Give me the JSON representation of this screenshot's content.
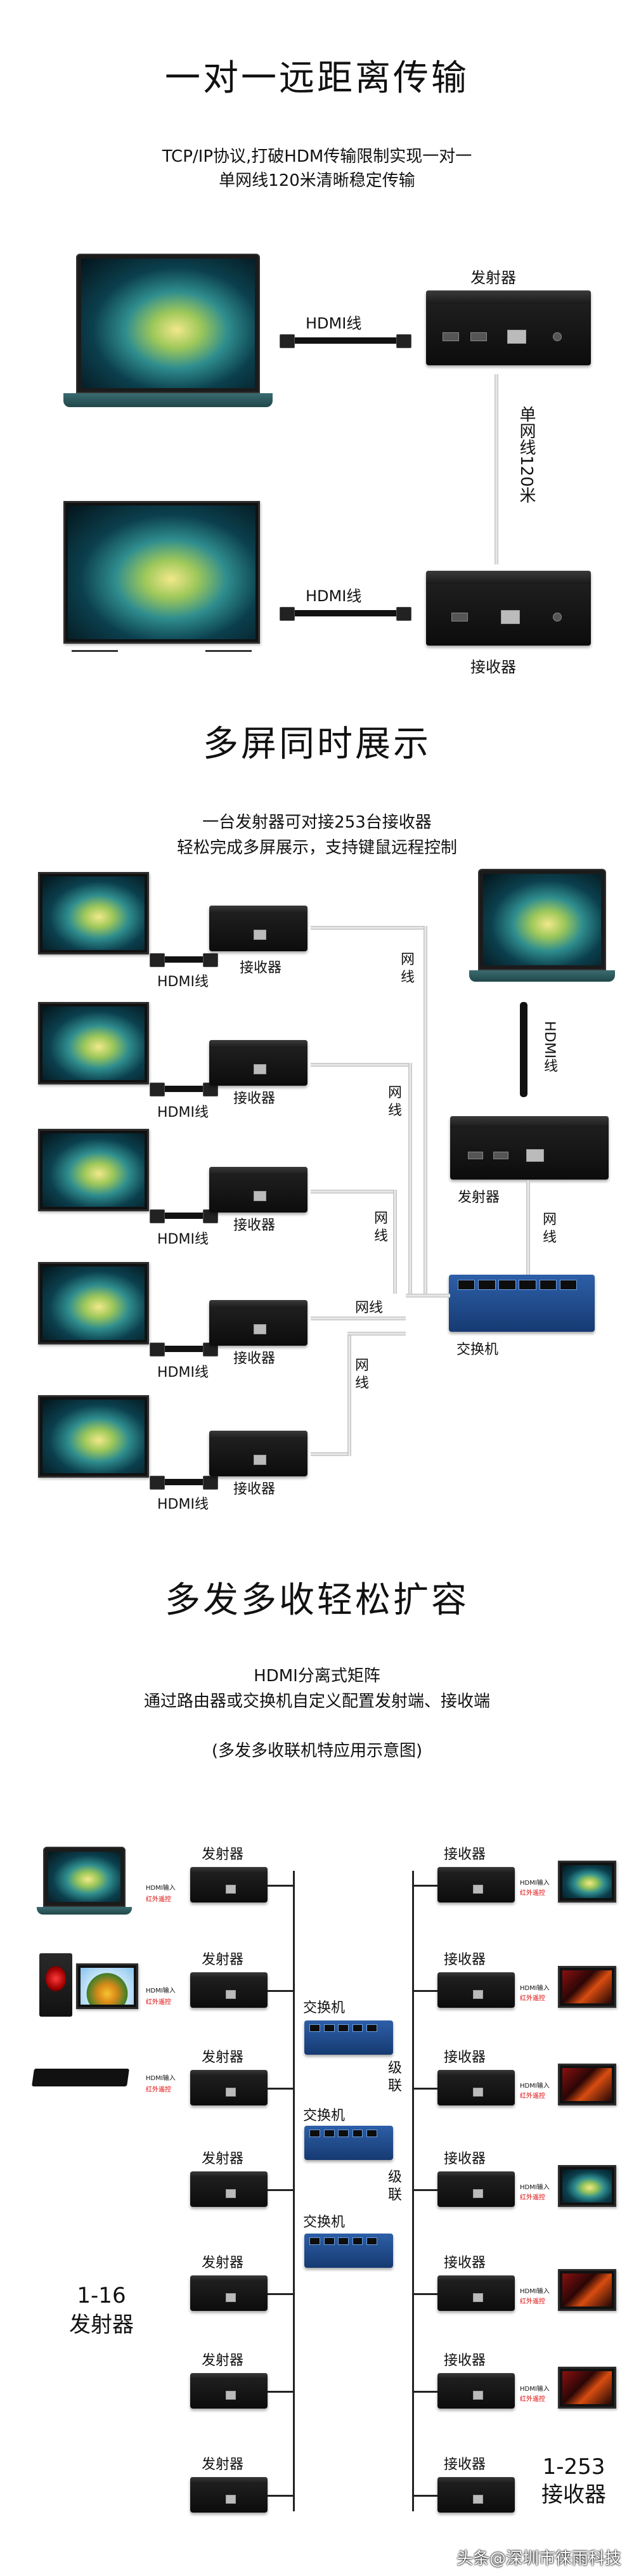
{
  "section1": {
    "title": "一对一远距离传输",
    "subtitle_line1": "TCP/IP协议,打破HDM传输限制实现一对一",
    "subtitle_line2": "单网线120米清晰稳定传输",
    "transmitter_label": "发射器",
    "receiver_label": "接收器",
    "hdmi_cable_label_1": "HDMI线",
    "hdmi_cable_label_2": "HDMI线",
    "network_cable_label": "单网线120米"
  },
  "section2": {
    "title": "多屏同时展示",
    "subtitle_line1": "一台发射器可对接253台接收器",
    "subtitle_line2": "轻松完成多屏展示，支持键鼠远程控制",
    "receiver_label": "接收器",
    "hdmi_label": "HDMI线",
    "net_label": "网线",
    "net_label_vertical": "网\n线",
    "transmitter_label": "发射器",
    "switch_label": "交换机",
    "hdmi_vertical_label": "HDMI线"
  },
  "section3": {
    "title": "多发多收轻松扩容",
    "subtitle_line1": "HDMI分离式矩阵",
    "subtitle_line2": "通过路由器或交换机自定义配置发射端、接收端",
    "subtitle_line3": "(多发多收联机特应用示意图)",
    "transmitter_label": "发射器",
    "receiver_label": "接收器",
    "switch_label": "交换机",
    "cascade_label": "级\n联",
    "hdmi_in_label": "HDMI输入",
    "ir_label": "红外遥控",
    "tx_count_line1": "1-16",
    "tx_count_line2": "发射器",
    "rx_count_line1": "1-253",
    "rx_count_line2": "接收器"
  },
  "watermark": "头条@深圳市徕雨科技"
}
